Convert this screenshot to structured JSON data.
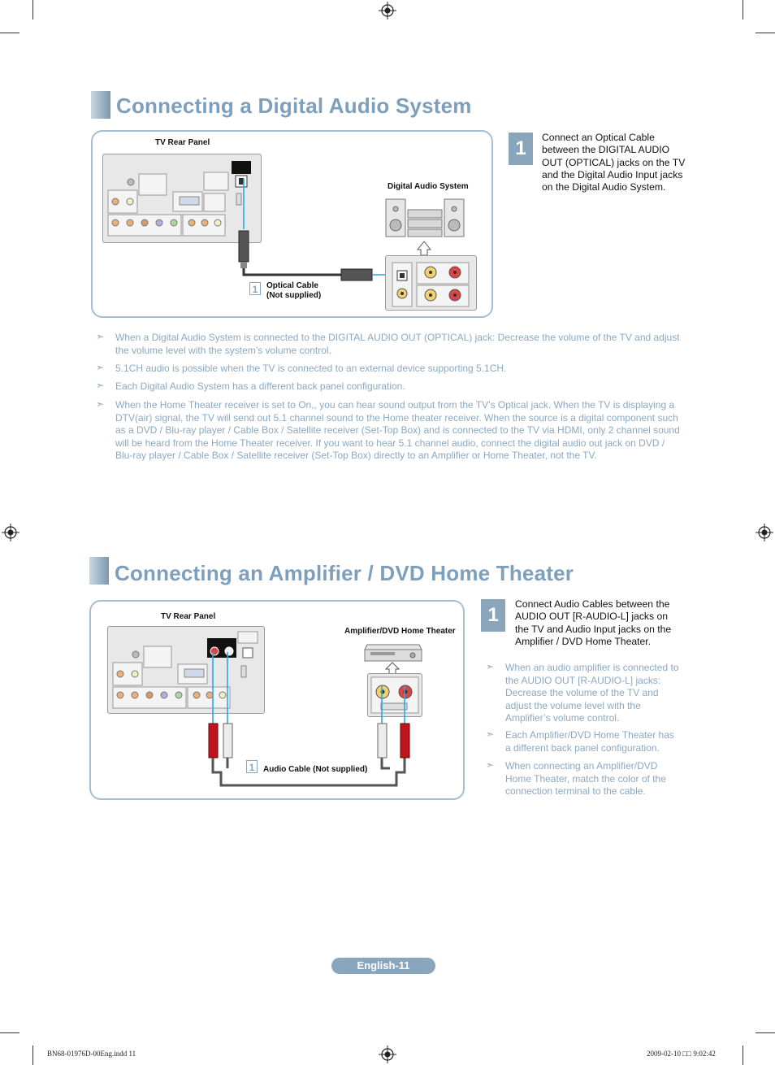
{
  "section1": {
    "title": "Connecting a Digital Audio System",
    "diagram": {
      "tv_label": "TV Rear Panel",
      "device_label": "Digital Audio System",
      "cable_num": "1",
      "cable_label_line1": "Optical Cable",
      "cable_label_line2": "(Not supplied)"
    },
    "step": {
      "number": "1",
      "text": "Connect an Optical Cable between the DIGITAL AUDIO OUT (OPTICAL) jacks on the TV and the Digital Audio Input jacks on the Digital Audio System."
    },
    "notes": [
      "When a Digital Audio System is connected to the DIGITAL AUDIO OUT (OPTICAL) jack: Decrease the volume of the TV and adjust the volume level with the system’s volume control.",
      "5.1CH audio is possible when the TV is connected to an external device supporting 5.1CH.",
      "Each Digital Audio System has a different back panel configuration.",
      "When the Home Theater receiver is set to On,, you can hear sound output from the TV’s Optical jack. When the TV is displaying a DTV(air) signal, the TV will send out 5.1 channel sound to the Home theater receiver. When the source is a digital component such as a DVD / Blu-ray player / Cable Box / Satellite receiver (Set-Top Box) and is connected to the TV via HDMI, only 2 channel sound will be heard from the Home Theater receiver. If you want to hear 5.1 channel audio, connect the digital audio out jack on DVD / Blu-ray player / Cable Box / Satellite receiver (Set-Top Box) directly to an Amplifier or Home Theater, not the TV."
    ]
  },
  "section2": {
    "title": "Connecting an Amplifier / DVD Home Theater",
    "diagram": {
      "tv_label": "TV Rear Panel",
      "device_label": "Amplifier/DVD Home Theater",
      "cable_num": "1",
      "cable_label": "Audio Cable (Not supplied)"
    },
    "step": {
      "number": "1",
      "text": "Connect Audio Cables between the AUDIO OUT [R-AUDIO-L] jacks on the TV and Audio Input jacks on the Amplifier / DVD Home Theater."
    },
    "notes": [
      "When an audio amplifier is connected to the AUDIO OUT [R-AUDIO-L] jacks: Decrease the volume of the TV and adjust the volume level with the Amplifier’s volume control.",
      "Each Amplifier/DVD Home Theater has a different back panel configuration.",
      "When connecting an Amplifier/DVD Home Theater, match the color of the connection terminal to the cable."
    ]
  },
  "note_arrow": "➣",
  "footer": {
    "page": "English-11",
    "slug_left": "BN68-01976D-00Eng.indd   11",
    "slug_right": "2009-02-10   □□ 9:02:42"
  },
  "colors": {
    "accent": "#8aa6bd",
    "title": "#7d9fbb",
    "note": "#8ba8c1",
    "cable": "#29a9e0"
  }
}
